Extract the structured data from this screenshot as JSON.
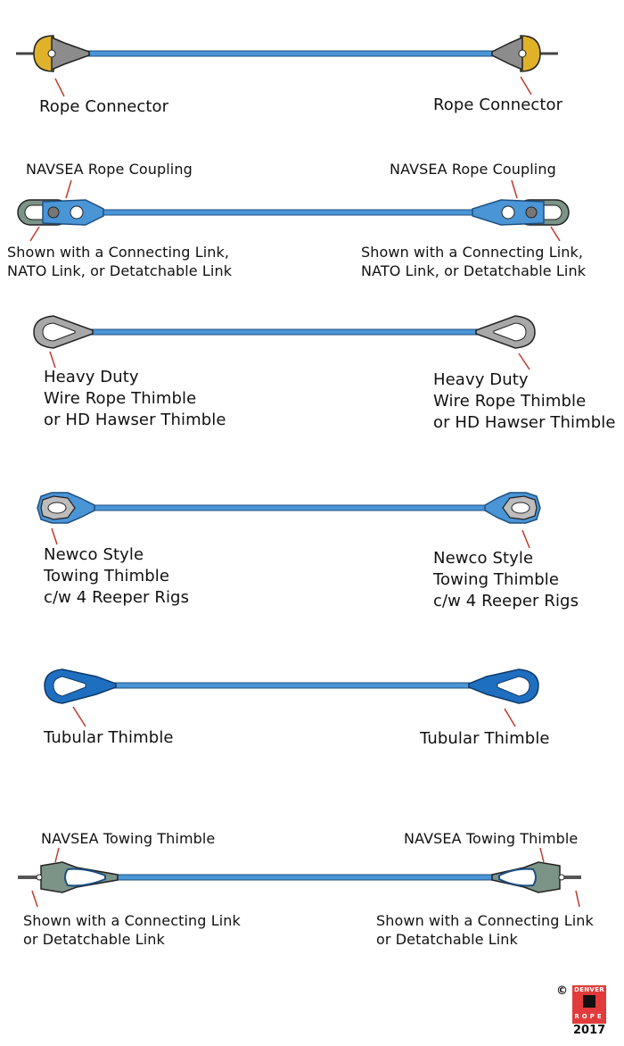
{
  "assemblies": [
    {
      "left_lines": [
        "Rope Connector"
      ],
      "right_lines": [
        "Rope Connector"
      ]
    },
    {
      "left_top": "NAVSEA Rope Coupling",
      "right_top": "NAVSEA Rope Coupling",
      "left_lines": [
        "Shown with a Connecting Link,",
        "NATO Link, or Detatchable Link"
      ],
      "right_lines": [
        "Shown with a Connecting Link,",
        "NATO Link, or Detatchable Link"
      ]
    },
    {
      "left_lines": [
        "Heavy Duty",
        "Wire Rope Thimble",
        "or HD Hawser Thimble"
      ],
      "right_lines": [
        "Heavy Duty",
        "Wire Rope Thimble",
        "or HD Hawser Thimble"
      ]
    },
    {
      "left_lines": [
        "Newco Style",
        "Towing Thimble",
        "c/w 4 Reeper Rigs"
      ],
      "right_lines": [
        "Newco Style",
        "Towing Thimble",
        "c/w 4 Reeper Rigs"
      ]
    },
    {
      "left_lines": [
        "Tubular Thimble"
      ],
      "right_lines": [
        "Tubular Thimble"
      ]
    },
    {
      "left_top": "NAVSEA Towing Thimble",
      "right_top": "NAVSEA Towing Thimble",
      "left_lines": [
        "Shown with a Connecting Link",
        "or Detatchable Link"
      ],
      "right_lines": [
        "Shown with a Connecting Link",
        "or Detatchable Link"
      ]
    }
  ],
  "logo": {
    "copyright": "©",
    "top": "DENVER",
    "bottom": "ROPE",
    "year": "2017"
  },
  "colors": {
    "rope": "#4a95d6",
    "rope_dark": "#1f4f80",
    "gray": "#8c8c8c",
    "gold": "#e0b22a",
    "green_gray": "#7c9488",
    "tubular_blue": "#1f6fc0",
    "leader": "#c0392b"
  }
}
